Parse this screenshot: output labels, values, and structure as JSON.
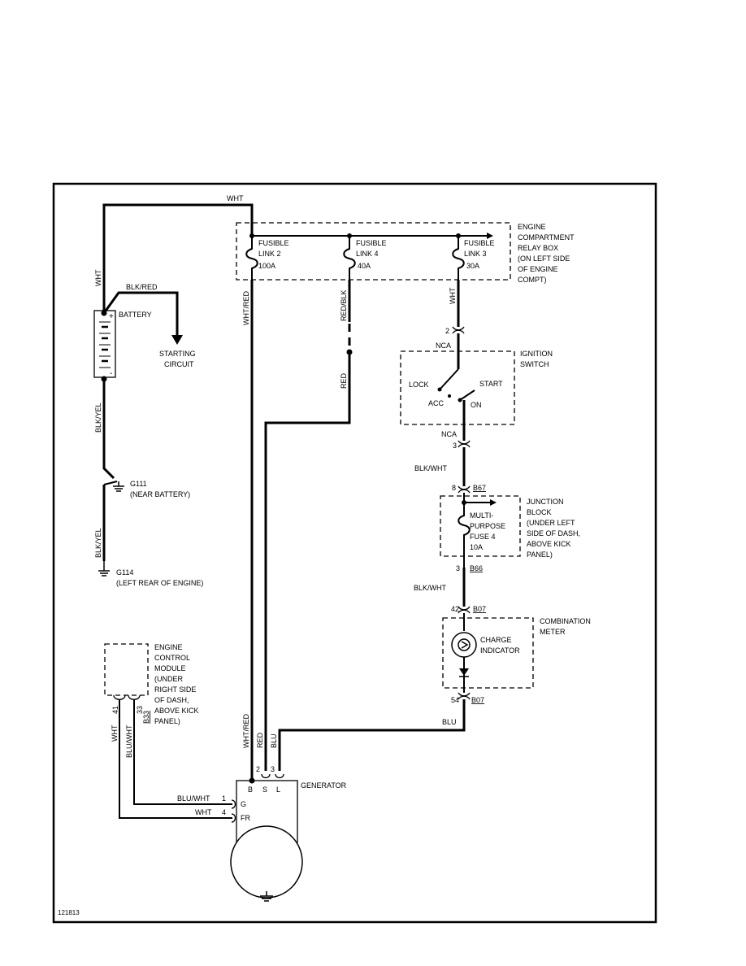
{
  "wires": {
    "top": "WHT",
    "battery_feed": "WHT",
    "starter": "BLK/RED",
    "battery_ground": "BLK/YEL",
    "g114_ground": "BLK/YEL",
    "gen_b": "WHT/RED",
    "fl4_out": "RED/BLK",
    "gen_s": "RED",
    "fl3_out": "WHT",
    "ign_to_fuse": "BLK/WHT",
    "fuse_to_meter": "BLK/WHT",
    "meter_to_gen": "BLU",
    "gen_b_bottom": "WHT/RED",
    "gen_s_bottom": "RED",
    "gen_l_bottom": "BLU",
    "ecm_41": "WHT",
    "ecm_33": "BLU/WHT",
    "to_g": "BLU/WHT",
    "to_fr": "WHT"
  },
  "relay_box": {
    "label_lines": [
      "ENGINE",
      "COMPARTMENT",
      "RELAY BOX",
      "(ON LEFT SIDE",
      "OF ENGINE",
      "COMPT)"
    ],
    "fuses": [
      {
        "name1": "FUSIBLE",
        "name2": "LINK 2",
        "rating": "100A"
      },
      {
        "name1": "FUSIBLE",
        "name2": "LINK 4",
        "rating": "40A"
      },
      {
        "name1": "FUSIBLE",
        "name2": "LINK 3",
        "rating": "30A"
      }
    ]
  },
  "battery": {
    "label": "BATTERY",
    "plus": "+",
    "minus": "-"
  },
  "starting_circuit": [
    "STARTING",
    "CIRCUIT"
  ],
  "ignition": {
    "label_lines": [
      "IGNITION",
      "SWITCH"
    ],
    "nca_top": "NCA",
    "nca_bottom": "NCA",
    "pin_top": "2",
    "pin_bottom": "3",
    "lock": "LOCK",
    "acc": "ACC",
    "start": "START",
    "on": "ON"
  },
  "grounds": {
    "g111": {
      "name": "G111",
      "loc": "(NEAR BATTERY)"
    },
    "g114": {
      "name": "G114",
      "loc": "(LEFT REAR OF ENGINE)"
    }
  },
  "junction": {
    "label_lines": [
      "JUNCTION",
      "BLOCK",
      "(UNDER LEFT",
      "SIDE OF DASH,",
      "ABOVE KICK",
      "PANEL)"
    ],
    "fuse_lines": [
      "MULTI-",
      "PURPOSE",
      "FUSE 4",
      "10A"
    ],
    "pin_top": "8",
    "conn_top": "B67",
    "pin_bottom": "3",
    "conn_bottom": "B66"
  },
  "meter": {
    "label_lines": [
      "COMBINATION",
      "METER"
    ],
    "indicator_lines": [
      "CHARGE",
      "INDICATOR"
    ],
    "pin_top": "42",
    "conn_top": "B07",
    "pin_bottom": "54",
    "conn_bottom": "B07"
  },
  "ecm": {
    "label_lines": [
      "ENGINE",
      "CONTROL",
      "MODULE",
      "(UNDER",
      "RIGHT SIDE",
      "OF DASH,",
      "ABOVE KICK",
      "PANEL)"
    ],
    "pin_a": "41",
    "pin_b": "33",
    "conn": "B33"
  },
  "generator": {
    "label": "GENERATOR",
    "term_b": "B",
    "term_s": "S",
    "term_l": "L",
    "pin_s": "2",
    "pin_l": "3",
    "term_g": "G",
    "term_fr": "FR",
    "pin_g": "1",
    "pin_fr": "4"
  },
  "figure_id": "121813"
}
